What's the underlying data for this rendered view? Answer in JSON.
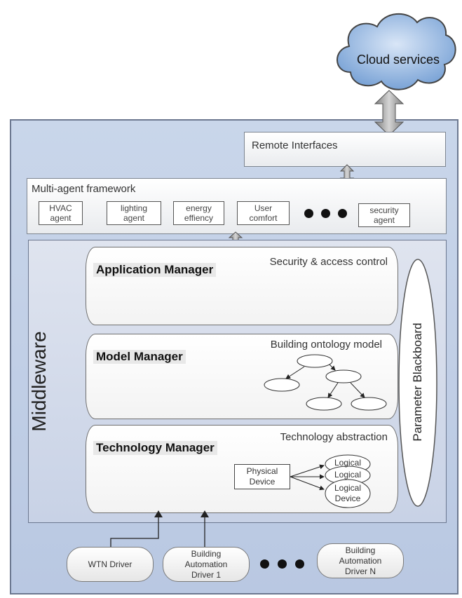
{
  "cloud": {
    "label": "Cloud services"
  },
  "remote": {
    "label": "Remote Interfaces"
  },
  "framework": {
    "title": "Multi-agent framework",
    "agents": [
      "HVAC\nagent",
      "lighting\nagent",
      "energy\neffiency",
      "User\ncomfort",
      "security\nagent"
    ]
  },
  "middleware": {
    "label": "Middleware"
  },
  "blackboard": {
    "label": "Parameter Blackboard"
  },
  "layers": {
    "application": {
      "title": "Application Manager",
      "subtitle": "Security & access control"
    },
    "model": {
      "title": "Model Manager",
      "subtitle": "Building ontology model"
    },
    "technology": {
      "title": "Technology Manager",
      "subtitle": "Technology abstraction"
    }
  },
  "tech": {
    "physical": "Physical\nDevice",
    "logical1": "Logical",
    "logical2": "Logical",
    "logical3": "Logical\nDevice"
  },
  "drivers": [
    "WTN Driver",
    "Building\nAutomation\nDriver 1",
    "Building\nAutomation\nDriver N"
  ]
}
